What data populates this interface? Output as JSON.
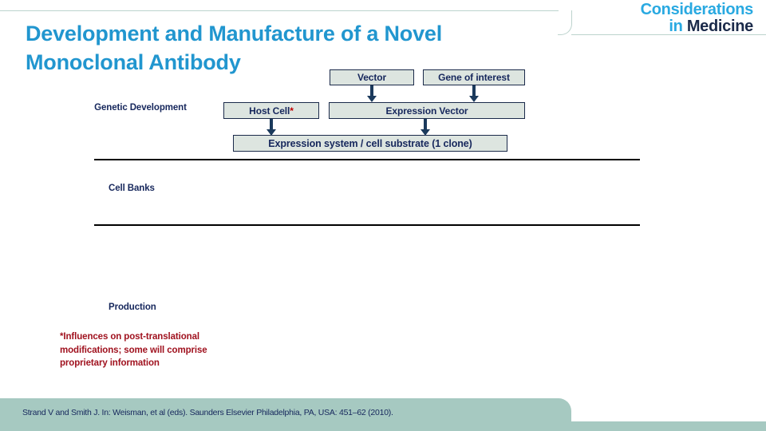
{
  "brand": {
    "line1": "Considerations",
    "line2_in": "in",
    "line2_medicine": "Medicine",
    "color_light": "#29a9e1",
    "color_dark": "#1b2a4a"
  },
  "slide": {
    "title": "Development and Manufacture of a Novel Monoclonal Antibody",
    "title_color": "#2196cf",
    "background": "#ffffff"
  },
  "sections": [
    {
      "key": "genetic",
      "label": "Genetic Development"
    },
    {
      "key": "cell_banks",
      "label": "Cell Banks"
    },
    {
      "key": "production",
      "label": "Production"
    }
  ],
  "diagram": {
    "type": "flowchart",
    "box_fill": "#dde5e0",
    "box_border": "#1b2a4a",
    "text_color": "#16275c",
    "arrow_color": "#1b3a5c",
    "boxes": [
      {
        "id": "vector",
        "label": "Vector"
      },
      {
        "id": "gene_of_interest",
        "label": "Gene of interest"
      },
      {
        "id": "host_cell",
        "label": "Host Cell",
        "marker": "*"
      },
      {
        "id": "expression_vector",
        "label": "Expression Vector"
      },
      {
        "id": "expression_system",
        "label": "Expression system / cell substrate (1 clone)"
      }
    ],
    "arrows": [
      {
        "from": "vector",
        "to": "expression_vector"
      },
      {
        "from": "gene_of_interest",
        "to": "expression_vector"
      },
      {
        "from": "host_cell",
        "to": "expression_system"
      },
      {
        "from": "expression_vector",
        "to": "expression_system"
      }
    ]
  },
  "footnote": {
    "text": "*Influences on post-translational modifications; some will comprise proprietary information",
    "color": "#a0121f"
  },
  "footer": {
    "citation": "Strand V and Smith J. In: Weisman, et al (eds). Saunders Elsevier Philadelphia, PA, USA: 451–62 (2010).",
    "band_color": "#a6c9c1"
  }
}
